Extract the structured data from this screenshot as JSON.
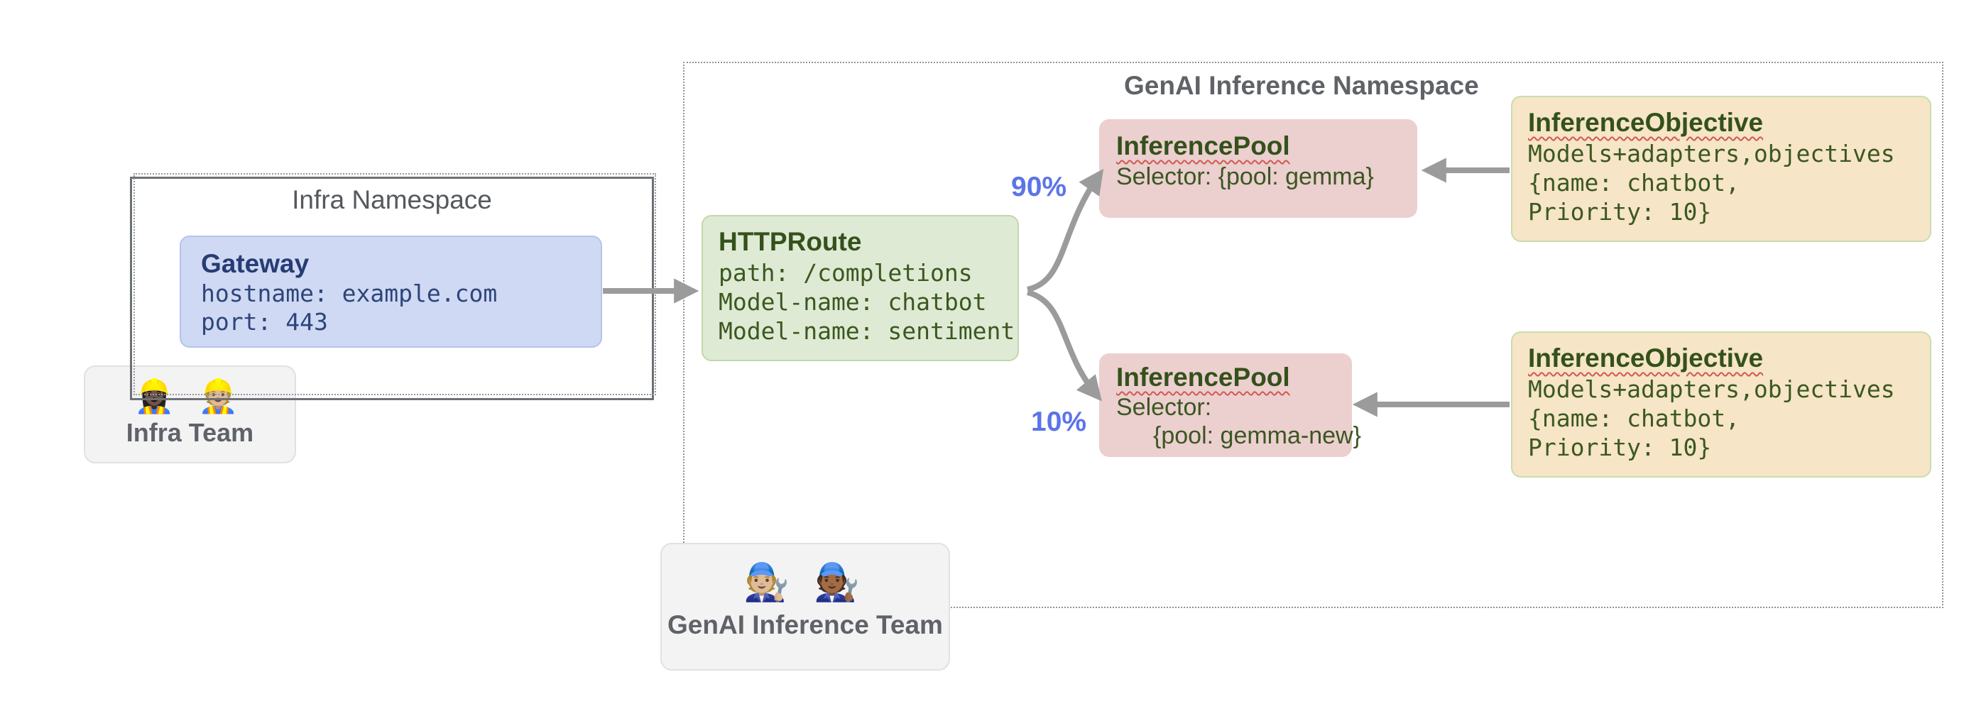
{
  "infra_namespace": {
    "title": "Infra Namespace"
  },
  "gateway": {
    "title": "Gateway",
    "lines": [
      "hostname: example.com",
      "port: 443"
    ]
  },
  "infra_team": {
    "label": "Infra Team",
    "emojis": [
      "👷🏿‍♀️",
      "👷🏼"
    ]
  },
  "httproute": {
    "title": "HTTPRoute",
    "lines": [
      "path: /completions",
      "Model-name: chatbot",
      "Model-name: sentiment"
    ]
  },
  "genai_namespace": {
    "title": "GenAI Inference Namespace"
  },
  "genai_team": {
    "label": "GenAI Inference Team",
    "emojis": [
      "🧑🏼‍🔧",
      "🧑🏾‍🔧"
    ]
  },
  "routes": {
    "top_weight": "90%",
    "bottom_weight": "10%"
  },
  "pools": [
    {
      "title": "InferencePool",
      "lines": [
        "Selector: {pool: gemma}"
      ]
    },
    {
      "title": "InferencePool",
      "lines": [
        "Selector:",
        "{pool: gemma-new}"
      ]
    }
  ],
  "objectives": [
    {
      "title": "InferenceObjective",
      "lines": [
        "Models+adapters,objectives",
        "{name: chatbot,",
        "Priority: 10}"
      ]
    },
    {
      "title": "InferenceObjective",
      "lines": [
        "Models+adapters,objectives",
        "{name: chatbot,",
        "Priority: 10}"
      ]
    }
  ],
  "colors": {
    "arrow_gray": "#9b9b9b",
    "percent_blue": "#5b74e8",
    "gateway_fill": "#cfd9f4",
    "httproute_fill": "#dfead4",
    "pool_fill": "#eccfcf",
    "objective_fill": "#f6e5c7",
    "squiggle_red": "#cf5a50",
    "title_green": "#34511b",
    "title_navy": "#273c74",
    "namespace_gray": "#5f6368"
  }
}
